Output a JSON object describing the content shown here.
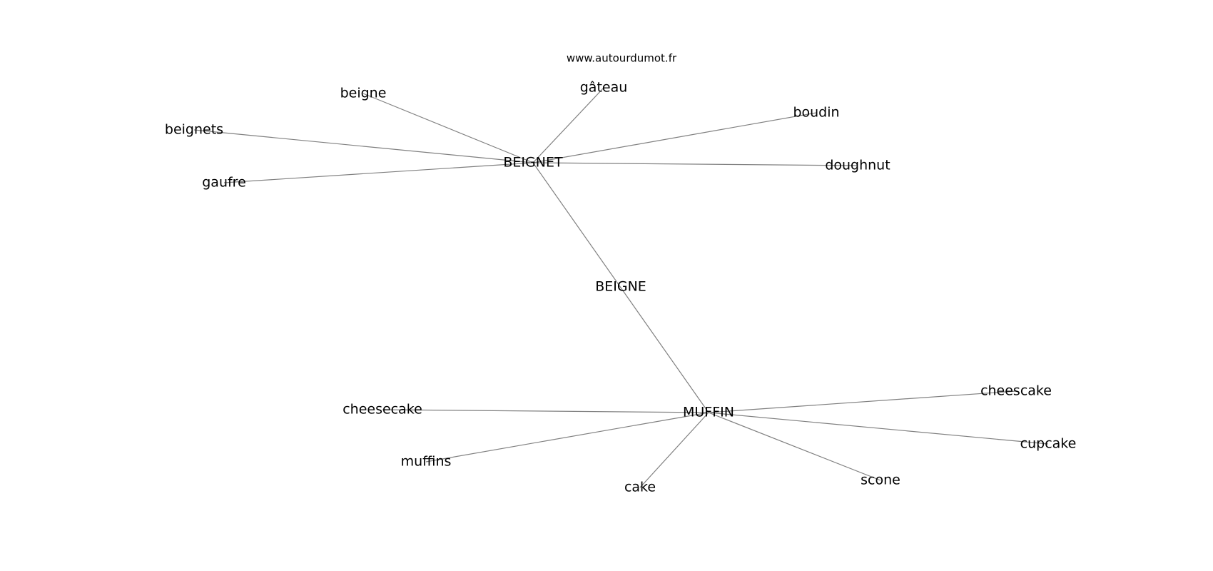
{
  "source_label": "www.autourdumot.fr",
  "nodes": {
    "beignet": "BEIGNET",
    "muffin": "MUFFIN",
    "beigne_upper": "BEIGNE",
    "beigne": "beigne",
    "beignets": "beignets",
    "gaufre": "gaufre",
    "gateau": "gâteau",
    "boudin": "boudin",
    "doughnut": "doughnut",
    "cheesecake": "cheesecake",
    "muffins": "muffins",
    "cake": "cake",
    "cheescake": "cheescake",
    "cupcake": "cupcake",
    "scone": "scone"
  },
  "edges": [
    [
      "beignet",
      "beigne"
    ],
    [
      "beignet",
      "beignets"
    ],
    [
      "beignet",
      "gaufre"
    ],
    [
      "beignet",
      "gateau"
    ],
    [
      "beignet",
      "boudin"
    ],
    [
      "beignet",
      "doughnut"
    ],
    [
      "beignet",
      "muffin"
    ],
    [
      "muffin",
      "cheesecake"
    ],
    [
      "muffin",
      "muffins"
    ],
    [
      "muffin",
      "cake"
    ],
    [
      "muffin",
      "cheescake"
    ],
    [
      "muffin",
      "cupcake"
    ],
    [
      "muffin",
      "scone"
    ]
  ]
}
